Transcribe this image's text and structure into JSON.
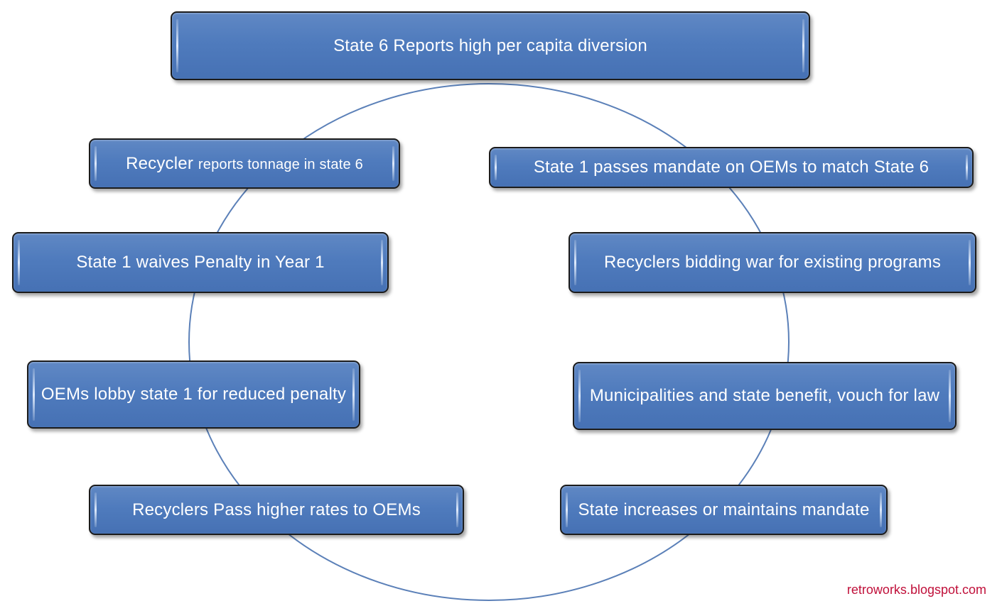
{
  "diagram": {
    "cycle_color": "#5b80b8",
    "box_color": "#4f7bbd",
    "text_color": "#ffffff",
    "nodes": {
      "top": {
        "label": "State 6 Reports high per capita diversion"
      },
      "left_1": {
        "label_lead": "Recycler",
        "label_rest": "reports tonnage in state 6"
      },
      "left_2": {
        "label": "State 1 waives Penalty in Year 1"
      },
      "left_3": {
        "label": "OEMs lobby state 1 for reduced penalty"
      },
      "left_4": {
        "label": "Recyclers Pass higher rates to OEMs"
      },
      "right_1": {
        "label": "State 1 passes mandate on OEMs to match State 6"
      },
      "right_2": {
        "label": "Recyclers bidding war for existing programs"
      },
      "right_3": {
        "label": "Municipalities and state benefit, vouch for law"
      },
      "right_4": {
        "label": "State increases or maintains mandate"
      }
    }
  },
  "watermark": {
    "text": "retroworks.blogspot.com",
    "color": "#c0103a"
  }
}
